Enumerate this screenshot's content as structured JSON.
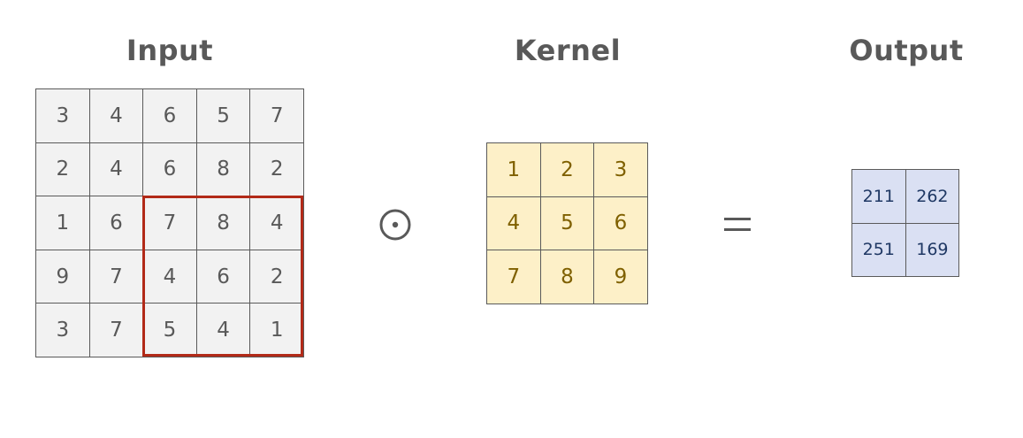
{
  "input": {
    "title": "Input",
    "values": [
      [
        3,
        4,
        6,
        5,
        7
      ],
      [
        2,
        4,
        6,
        8,
        2
      ],
      [
        1,
        6,
        7,
        8,
        4
      ],
      [
        9,
        7,
        4,
        6,
        2
      ],
      [
        3,
        7,
        5,
        4,
        1
      ]
    ]
  },
  "kernel": {
    "title": "Kernel",
    "values": [
      [
        1,
        2,
        3
      ],
      [
        4,
        5,
        6
      ],
      [
        7,
        8,
        9
      ]
    ]
  },
  "output": {
    "title": "Output",
    "values": [
      [
        211,
        262
      ],
      [
        251,
        169
      ]
    ]
  },
  "highlight": {
    "row_start": 2,
    "col_start": 2,
    "size": 3,
    "color": "#b22a18"
  },
  "operators": {
    "product_icon": "circled-dot-operator-icon",
    "equals_icon": "equals-icon"
  },
  "colors": {
    "input_fill": "#f2f2f2",
    "kernel_fill": "#fdf0c8",
    "kernel_text": "#7f6000",
    "output_fill": "#dae0f3",
    "output_text": "#1f3864",
    "title_text": "#595959"
  }
}
